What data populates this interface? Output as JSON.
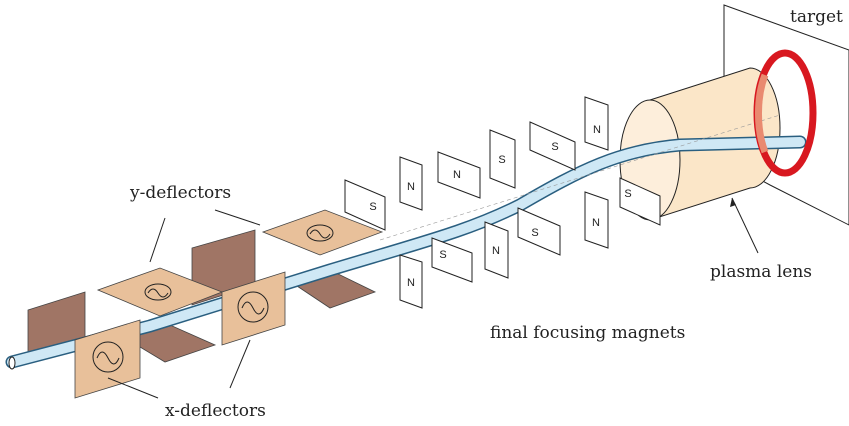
{
  "labels": {
    "target": "target",
    "y_deflectors": "y-deflectors",
    "x_deflectors": "x-deflectors",
    "plasma_lens": "plasma lens",
    "final_focusing_magnets": "final focusing magnets"
  },
  "magnet_poles": {
    "m1": "S",
    "m2": "N",
    "m3": "N",
    "m4": "S",
    "m5": "S",
    "m6": "N",
    "m7": "N",
    "m8": "S",
    "m9": "N",
    "m10": "S",
    "m11": "N",
    "m12": "S"
  },
  "colors": {
    "deflector_face": "#e8c09a",
    "deflector_dark": "#a07565",
    "beam": "#cfe8f5",
    "beam_edge": "#2a5f80",
    "lens_fill": "#fbe6c8",
    "ring": "#d81820",
    "ring_inner": "#e98a70"
  }
}
